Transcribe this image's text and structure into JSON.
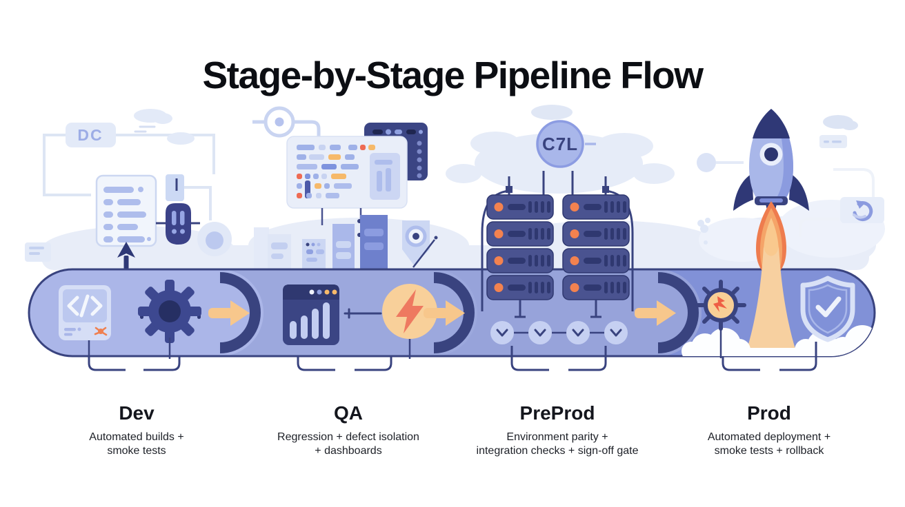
{
  "title": "Stage-by-Stage Pipeline Flow",
  "decor": {
    "dev_chip_label": "DC",
    "cloud_badge_label": "C7L"
  },
  "pipeline": {
    "stages": [
      {
        "name": "Dev",
        "desc_line1": "Automated builds +",
        "desc_line2": "smoke tests",
        "icons": [
          "code-editor-icon",
          "gear-icon",
          "arrow-right-icon"
        ]
      },
      {
        "name": "QA",
        "desc_line1": "Regression + defect isolation",
        "desc_line2": "+ dashboards",
        "icons": [
          "analytics-browser-icon",
          "lightning-icon",
          "arrow-right-icon"
        ]
      },
      {
        "name": "PreProd",
        "desc_line1": "Environment parity +",
        "desc_line2": "integration checks + sign-off gate",
        "icons": [
          "server-rack-icon",
          "chevron-gates-icon",
          "arrow-right-icon"
        ]
      },
      {
        "name": "Prod",
        "desc_line1": "Automated deployment +",
        "desc_line2": "smoke tests + rollback",
        "icons": [
          "spark-icon",
          "rocket-icon",
          "shield-check-icon"
        ]
      }
    ]
  },
  "colors": {
    "band_dev": "#abb6e8",
    "band_qa": "#9ca8dd",
    "band_preprod": "#97a3da",
    "band_prod": "#8191d7",
    "navy_outline": "#39437f",
    "icon_navy": "#3d4890",
    "arrow_orange": "#f7c78c",
    "led_orange": "#f3824f",
    "bolt_coral": "#ee7960",
    "amber": "#f6b96a",
    "title_text": "#0c0e13",
    "label_text": "#1d2027"
  }
}
